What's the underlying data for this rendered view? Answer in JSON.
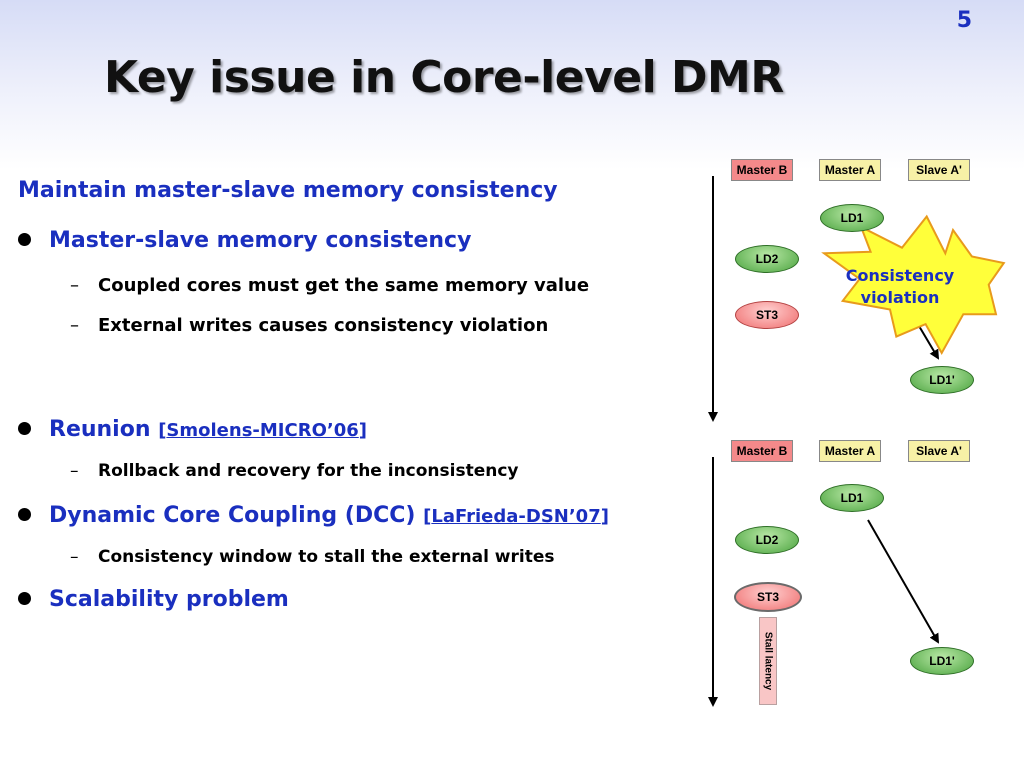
{
  "slide_number": "5",
  "title": "Key issue in Core-level DMR",
  "heading": "Maintain master-slave memory consistency",
  "bullets": [
    {
      "text": "Master-slave memory consistency",
      "subs": [
        "Coupled cores must get the same memory value",
        "External writes causes consistency violation"
      ]
    },
    {
      "text": "Reunion",
      "ref": "Smolens-MICRO’06",
      "subs": [
        "Rollback and recovery for the inconsistency"
      ]
    },
    {
      "text": "Dynamic Core Coupling (DCC)",
      "ref": "LaFrieda-DSN’07",
      "subs": [
        "Consistency window to stall the external writes"
      ]
    },
    {
      "text": "Scalability problem",
      "subs": []
    }
  ],
  "diagram": {
    "labels": [
      "Master B",
      "Master A",
      "Slave A'"
    ],
    "ld1": "LD1",
    "ld2": "LD2",
    "st3": "ST3",
    "ld1_prime": "LD1'",
    "violation_line1": "Consistency",
    "violation_line2": "violation",
    "stall_latency": "Stall latency"
  },
  "colors": {
    "accent_blue": "#1a2fbf",
    "label_red": "#f4898a",
    "label_yellow": "#f7f1a6",
    "starburst_yellow": "#ffff3a",
    "starburst_border": "#e89a1c"
  }
}
